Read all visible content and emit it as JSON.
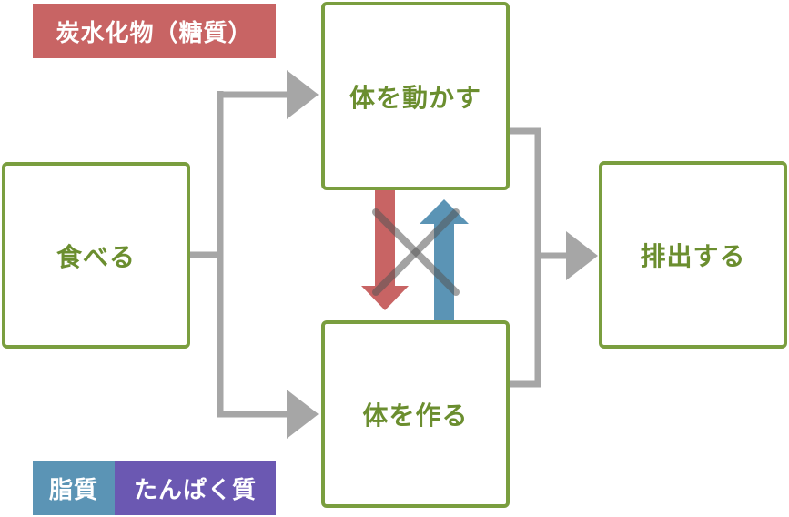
{
  "labels": {
    "carbohydrate": "炭水化物（糖質）",
    "fat": "脂質",
    "protein": "たんぱく質"
  },
  "boxes": {
    "eat": "食べる",
    "move_body": "体を動かす",
    "build_body": "体を作る",
    "excrete": "排出する"
  },
  "colors": {
    "box_border": "#7a9e3f",
    "box_text": "#6b8e2f",
    "connector": "#a6a6a6",
    "carbohydrate": "#c86464",
    "fat": "#5b94b5",
    "protein": "#6b58b2",
    "cross_mark": "#555555"
  },
  "relations": [
    {
      "from": "eat",
      "to": "move_body"
    },
    {
      "from": "eat",
      "to": "build_body"
    },
    {
      "from": "move_body",
      "to": "build_body",
      "color": "carbohydrate"
    },
    {
      "from": "build_body",
      "to": "move_body",
      "color": "fat"
    },
    {
      "from": "move_body",
      "to": "excrete"
    },
    {
      "from": "build_body",
      "to": "excrete"
    }
  ],
  "cross_mark": "×"
}
